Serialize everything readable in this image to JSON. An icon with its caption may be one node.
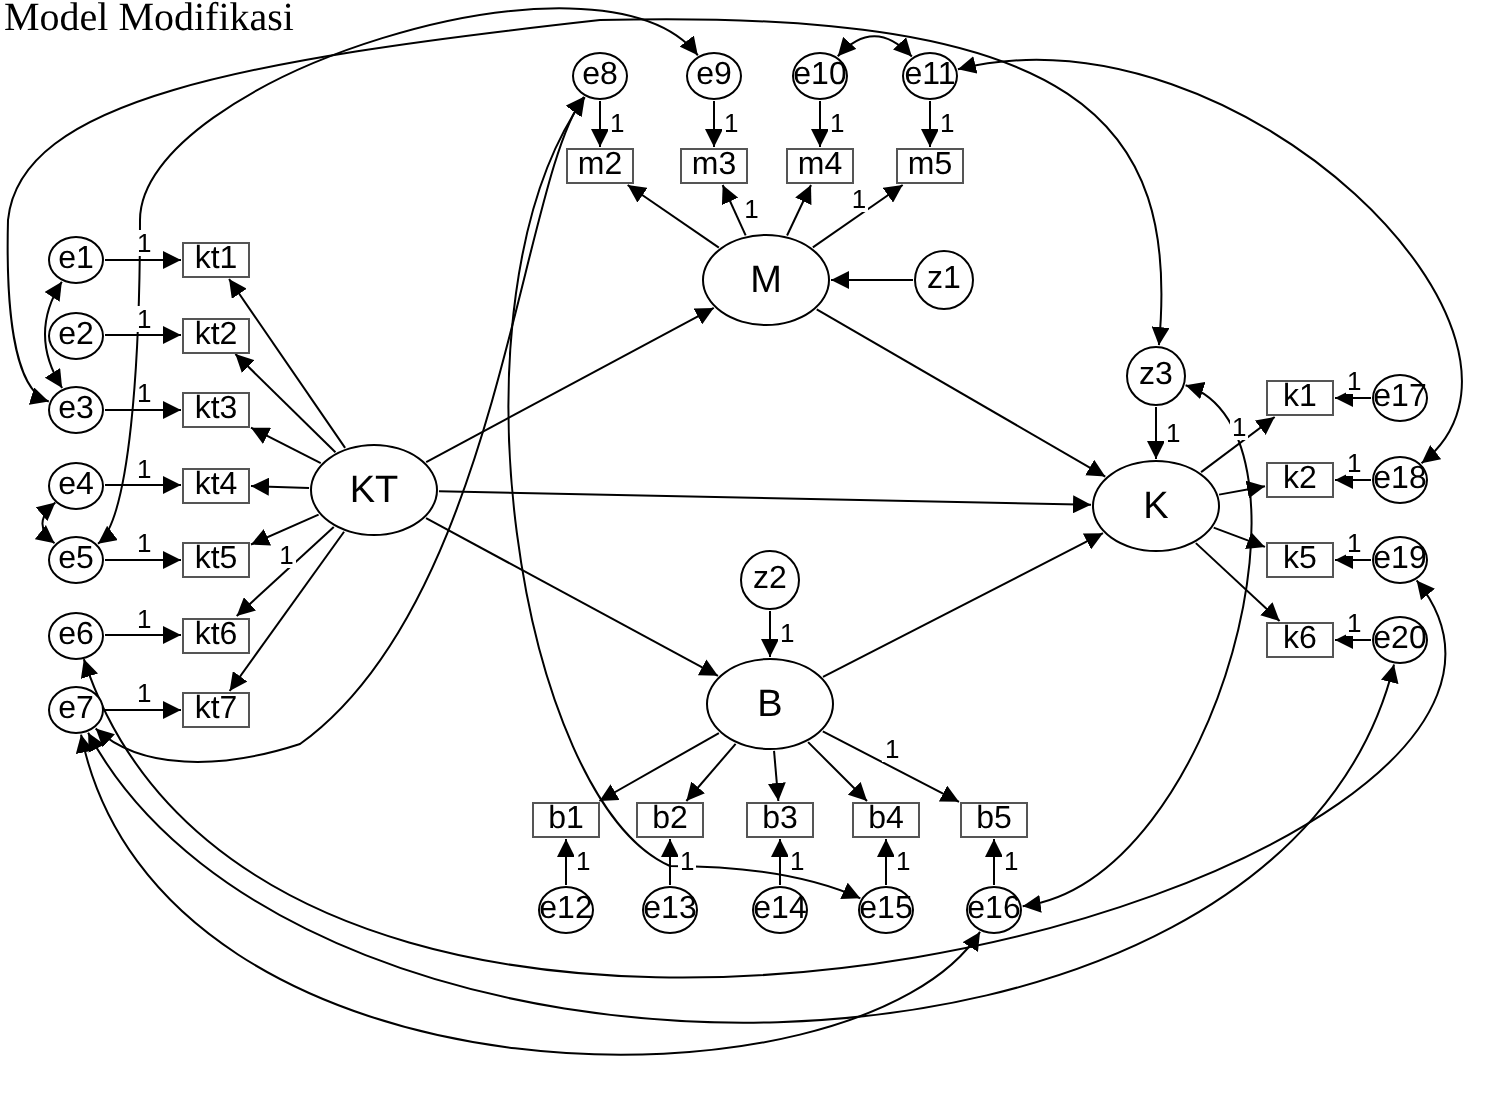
{
  "diagram": {
    "title": "Model Modifikasi",
    "nodes": [
      {
        "text": [
          "e1"
        ]
      },
      {
        "text": [
          "e2"
        ]
      },
      {
        "text": [
          "e3"
        ]
      },
      {
        "text": [
          "e4"
        ]
      },
      {
        "text": [
          "e5"
        ]
      },
      {
        "text": [
          "e6"
        ]
      },
      {
        "text": [
          "e7"
        ]
      },
      {
        "text": [
          "kt1"
        ]
      },
      {
        "text": [
          "kt2"
        ]
      },
      {
        "text": [
          "kt3"
        ]
      },
      {
        "text": [
          "kt4"
        ]
      },
      {
        "text": [
          "kt5"
        ]
      },
      {
        "text": [
          "kt6"
        ]
      },
      {
        "text": [
          "kt7"
        ]
      },
      {
        "text": [
          "KT"
        ]
      },
      {
        "text": [
          "e8"
        ]
      },
      {
        "text": [
          "e9"
        ]
      },
      {
        "text": [
          "e10"
        ]
      },
      {
        "text": [
          "e11"
        ]
      },
      {
        "text": [
          "m2"
        ]
      },
      {
        "text": [
          "m3"
        ]
      },
      {
        "text": [
          "m4"
        ]
      },
      {
        "text": [
          "m5"
        ]
      },
      {
        "text": [
          "M"
        ]
      },
      {
        "text": [
          "z1"
        ]
      },
      {
        "text": [
          "z2"
        ]
      },
      {
        "text": [
          "B"
        ]
      },
      {
        "text": [
          "b1"
        ]
      },
      {
        "text": [
          "b2"
        ]
      },
      {
        "text": [
          "b3"
        ]
      },
      {
        "text": [
          "b4"
        ]
      },
      {
        "text": [
          "b5"
        ]
      },
      {
        "text": [
          "e12"
        ]
      },
      {
        "text": [
          "e13"
        ]
      },
      {
        "text": [
          "e14"
        ]
      },
      {
        "text": [
          "e15"
        ]
      },
      {
        "text": [
          "e16"
        ]
      },
      {
        "text": [
          "z3"
        ]
      },
      {
        "text": [
          "K"
        ]
      },
      {
        "text": [
          "k1"
        ]
      },
      {
        "text": [
          "k2"
        ]
      },
      {
        "text": [
          "k5"
        ]
      },
      {
        "text": [
          "k6"
        ]
      },
      {
        "text": [
          "e17"
        ]
      },
      {
        "text": [
          "e18"
        ]
      },
      {
        "text": [
          "e19"
        ]
      },
      {
        "text": [
          "e20"
        ]
      }
    ],
    "edges": [
      {
        "from": 0,
        "to": 7,
        "arrow": "to",
        "label": "1"
      },
      {
        "from": 1,
        "to": 8,
        "arrow": "to",
        "label": "1"
      },
      {
        "from": 2,
        "to": 9,
        "arrow": "to",
        "label": "1"
      },
      {
        "from": 3,
        "to": 10,
        "arrow": "to",
        "label": "1"
      },
      {
        "from": 4,
        "to": 11,
        "arrow": "to",
        "label": "1"
      },
      {
        "from": 5,
        "to": 12,
        "arrow": "to",
        "label": "1"
      },
      {
        "from": 6,
        "to": 13,
        "arrow": "to",
        "label": "1"
      },
      {
        "from": 14,
        "to": 7,
        "arrow": "to"
      },
      {
        "from": 14,
        "to": 8,
        "arrow": "to"
      },
      {
        "from": 14,
        "to": 9,
        "arrow": "to"
      },
      {
        "from": 14,
        "to": 10,
        "arrow": "to"
      },
      {
        "from": 14,
        "to": 11,
        "arrow": "to"
      },
      {
        "from": 14,
        "to": 12,
        "arrow": "to",
        "label": "1"
      },
      {
        "from": 14,
        "to": 13,
        "arrow": "to"
      },
      {
        "from": 14,
        "to": 23,
        "arrow": "to"
      },
      {
        "from": 14,
        "to": 38,
        "arrow": "to"
      },
      {
        "from": 14,
        "to": 26,
        "arrow": "to"
      },
      {
        "from": 15,
        "to": 19,
        "arrow": "to",
        "label": "1"
      },
      {
        "from": 16,
        "to": 20,
        "arrow": "to",
        "label": "1"
      },
      {
        "from": 17,
        "to": 21,
        "arrow": "to",
        "label": "1"
      },
      {
        "from": 18,
        "to": 22,
        "arrow": "to",
        "label": "1"
      },
      {
        "from": 23,
        "to": 19,
        "arrow": "to"
      },
      {
        "from": 23,
        "to": 20,
        "arrow": "to",
        "label": "1"
      },
      {
        "from": 23,
        "to": 21,
        "arrow": "to"
      },
      {
        "from": 23,
        "to": 22,
        "arrow": "to",
        "label": "1"
      },
      {
        "from": 24,
        "to": 23,
        "arrow": "to"
      },
      {
        "from": 23,
        "to": 38,
        "arrow": "to"
      },
      {
        "from": 25,
        "to": 26,
        "arrow": "to",
        "label": "1"
      },
      {
        "from": 26,
        "to": 38,
        "arrow": "to"
      },
      {
        "from": 26,
        "to": 27,
        "arrow": "to"
      },
      {
        "from": 26,
        "to": 28,
        "arrow": "to"
      },
      {
        "from": 26,
        "to": 29,
        "arrow": "to"
      },
      {
        "from": 26,
        "to": 30,
        "arrow": "to"
      },
      {
        "from": 26,
        "to": 31,
        "arrow": "to",
        "label": "1"
      },
      {
        "from": 32,
        "to": 27,
        "arrow": "to",
        "label": "1"
      },
      {
        "from": 33,
        "to": 28,
        "arrow": "to",
        "label": "1"
      },
      {
        "from": 34,
        "to": 29,
        "arrow": "to",
        "label": "1"
      },
      {
        "from": 35,
        "to": 30,
        "arrow": "to",
        "label": "1"
      },
      {
        "from": 36,
        "to": 31,
        "arrow": "to",
        "label": "1"
      },
      {
        "from": 37,
        "to": 38,
        "arrow": "to",
        "label": "1"
      },
      {
        "from": 38,
        "to": 39,
        "arrow": "to",
        "label": "1"
      },
      {
        "from": 38,
        "to": 40,
        "arrow": "to"
      },
      {
        "from": 38,
        "to": 41,
        "arrow": "to"
      },
      {
        "from": 38,
        "to": 42,
        "arrow": "to"
      },
      {
        "from": 43,
        "to": 39,
        "arrow": "to",
        "label": "1"
      },
      {
        "from": 44,
        "to": 40,
        "arrow": "to",
        "label": "1"
      },
      {
        "from": 45,
        "to": 41,
        "arrow": "to",
        "label": "1"
      },
      {
        "from": 46,
        "to": 42,
        "arrow": "to",
        "label": "1"
      },
      {
        "from": 0,
        "to": 2,
        "arrow": "both"
      },
      {
        "from": 3,
        "to": 4,
        "arrow": "both"
      },
      {
        "from": 17,
        "to": 18,
        "arrow": "both"
      },
      {
        "from": 2,
        "to": 37,
        "arrow": "both"
      },
      {
        "from": 4,
        "to": 16,
        "arrow": "both"
      },
      {
        "from": 18,
        "to": 44,
        "arrow": "both"
      },
      {
        "from": 6,
        "to": 15,
        "arrow": "both"
      },
      {
        "from": 15,
        "to": 35,
        "arrow": "both"
      },
      {
        "from": 37,
        "to": 36,
        "arrow": "both"
      },
      {
        "from": 6,
        "to": 36,
        "arrow": "both"
      },
      {
        "from": 6,
        "to": 46,
        "arrow": "both"
      },
      {
        "from": 5,
        "to": 45,
        "arrow": "both"
      }
    ]
  }
}
